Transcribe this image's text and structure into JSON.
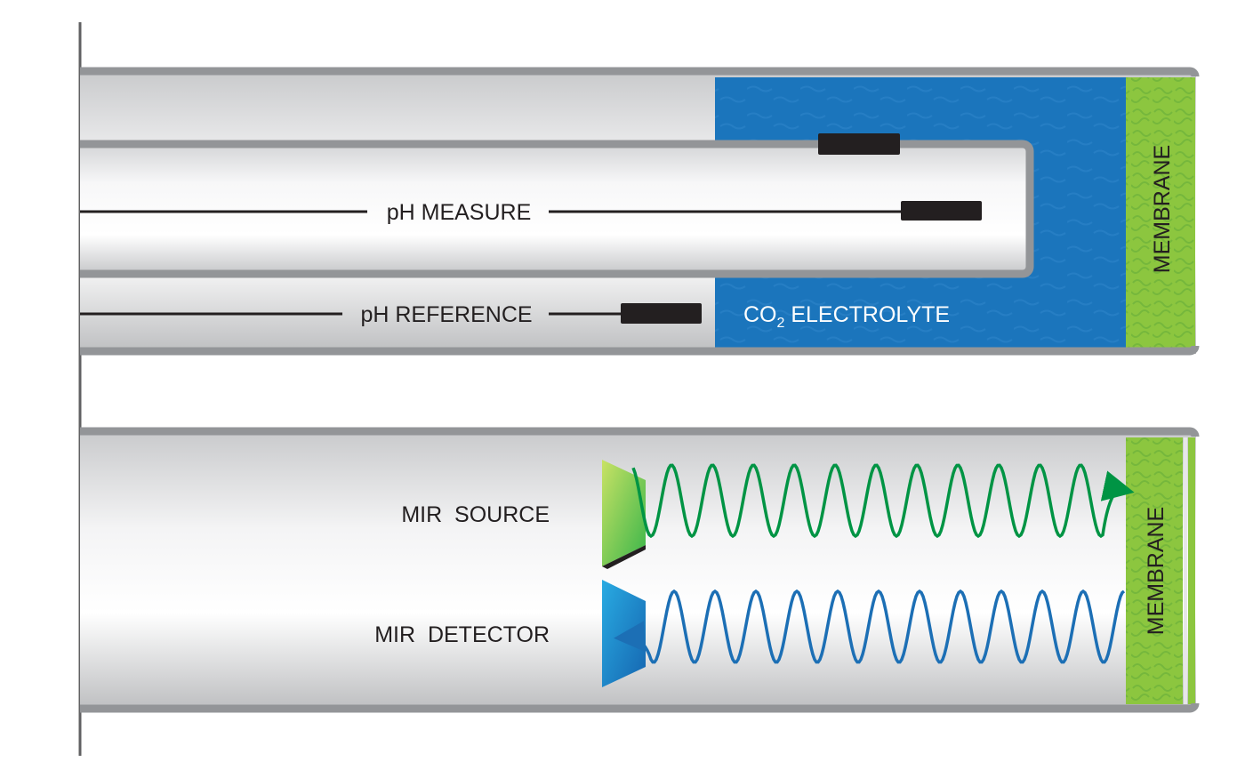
{
  "top_sensor": {
    "ph_measure_label": "pH MEASURE",
    "ph_reference_label": "pH REFERENCE",
    "electrolyte_label_prefix": "CO",
    "electrolyte_label_subscript": "2",
    "electrolyte_label_suffix": " ELECTROLYTE",
    "membrane_label": "MEMBRANE"
  },
  "bottom_sensor": {
    "source_label": "MIR  SOURCE",
    "detector_label": "MIR  DETECTOR",
    "membrane_label": "MEMBRANE"
  },
  "colors": {
    "electrolyte_blue": "#1b75bc",
    "membrane_green": "#8cc63f",
    "source_wave_green": "#009444",
    "detector_wave_blue": "#1c6fb5",
    "tube_gray": "#939598",
    "electrode_black": "#231f20"
  }
}
